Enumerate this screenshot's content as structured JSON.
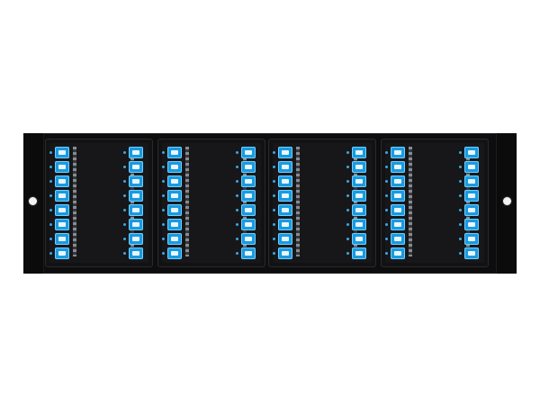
{
  "product": {
    "kind": "rackmount-fiber-patch-panel",
    "cassette_count": 4,
    "ports_per_column": 8,
    "columns_per_cassette": 2,
    "port_color": "#1a9ae0",
    "panel_color": "#0d0d0e"
  }
}
